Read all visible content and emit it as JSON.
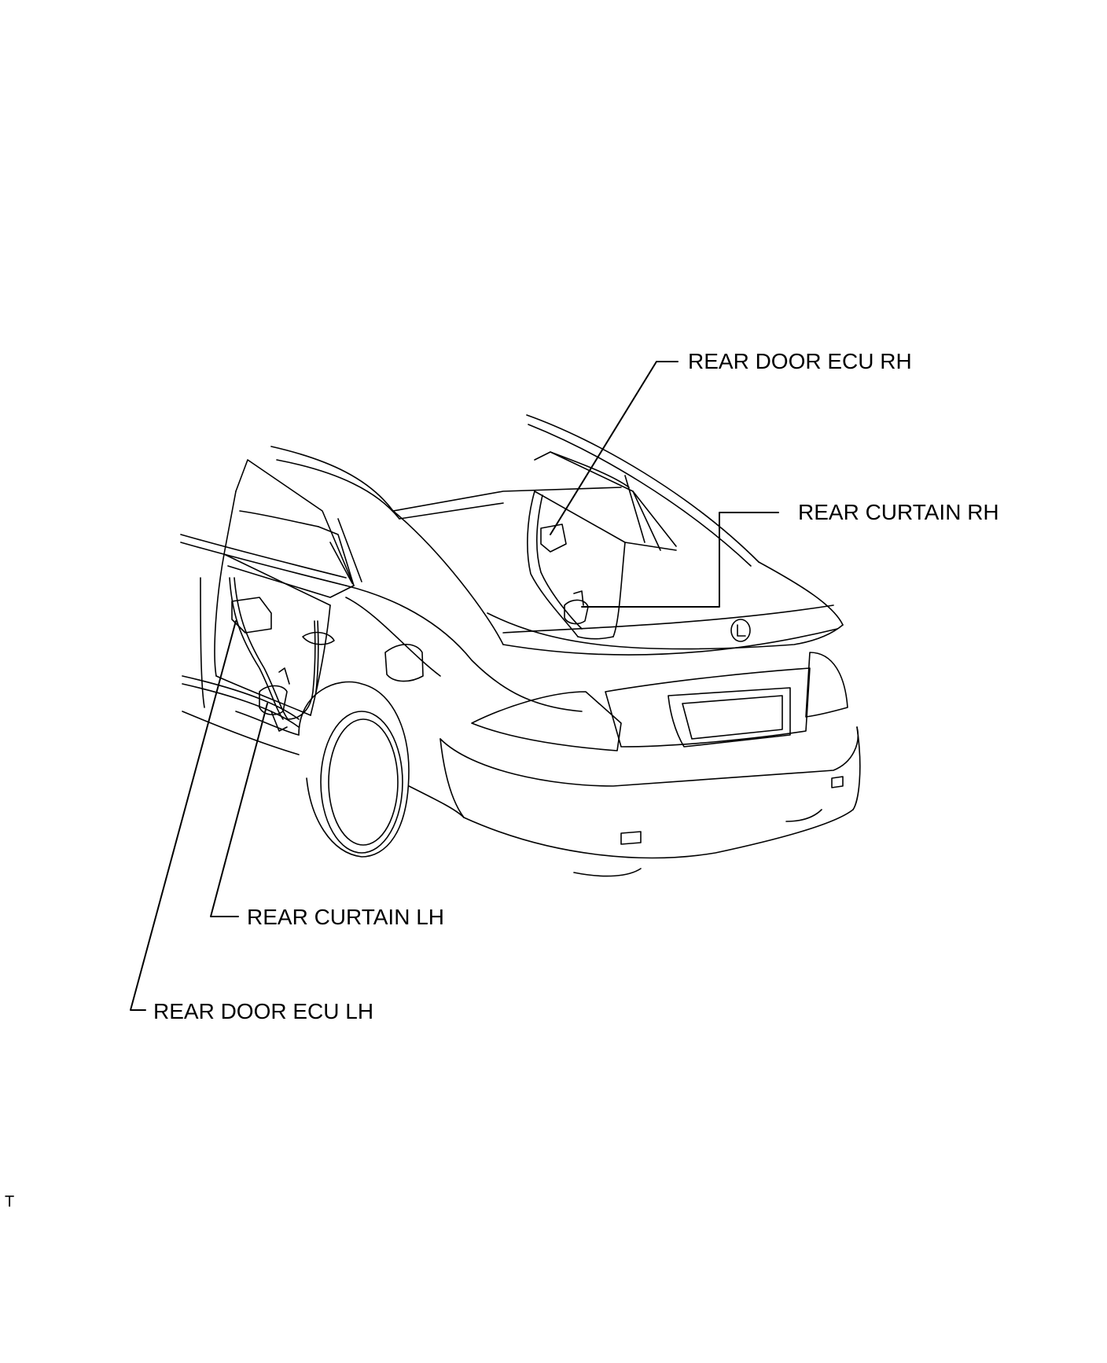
{
  "diagram": {
    "callouts": {
      "rear_door_ecu_rh": "REAR DOOR ECU RH",
      "rear_curtain_rh": "REAR CURTAIN RH",
      "rear_curtain_lh": "REAR CURTAIN LH",
      "rear_door_ecu_lh": "REAR DOOR ECU LH"
    },
    "page_code": "T"
  }
}
